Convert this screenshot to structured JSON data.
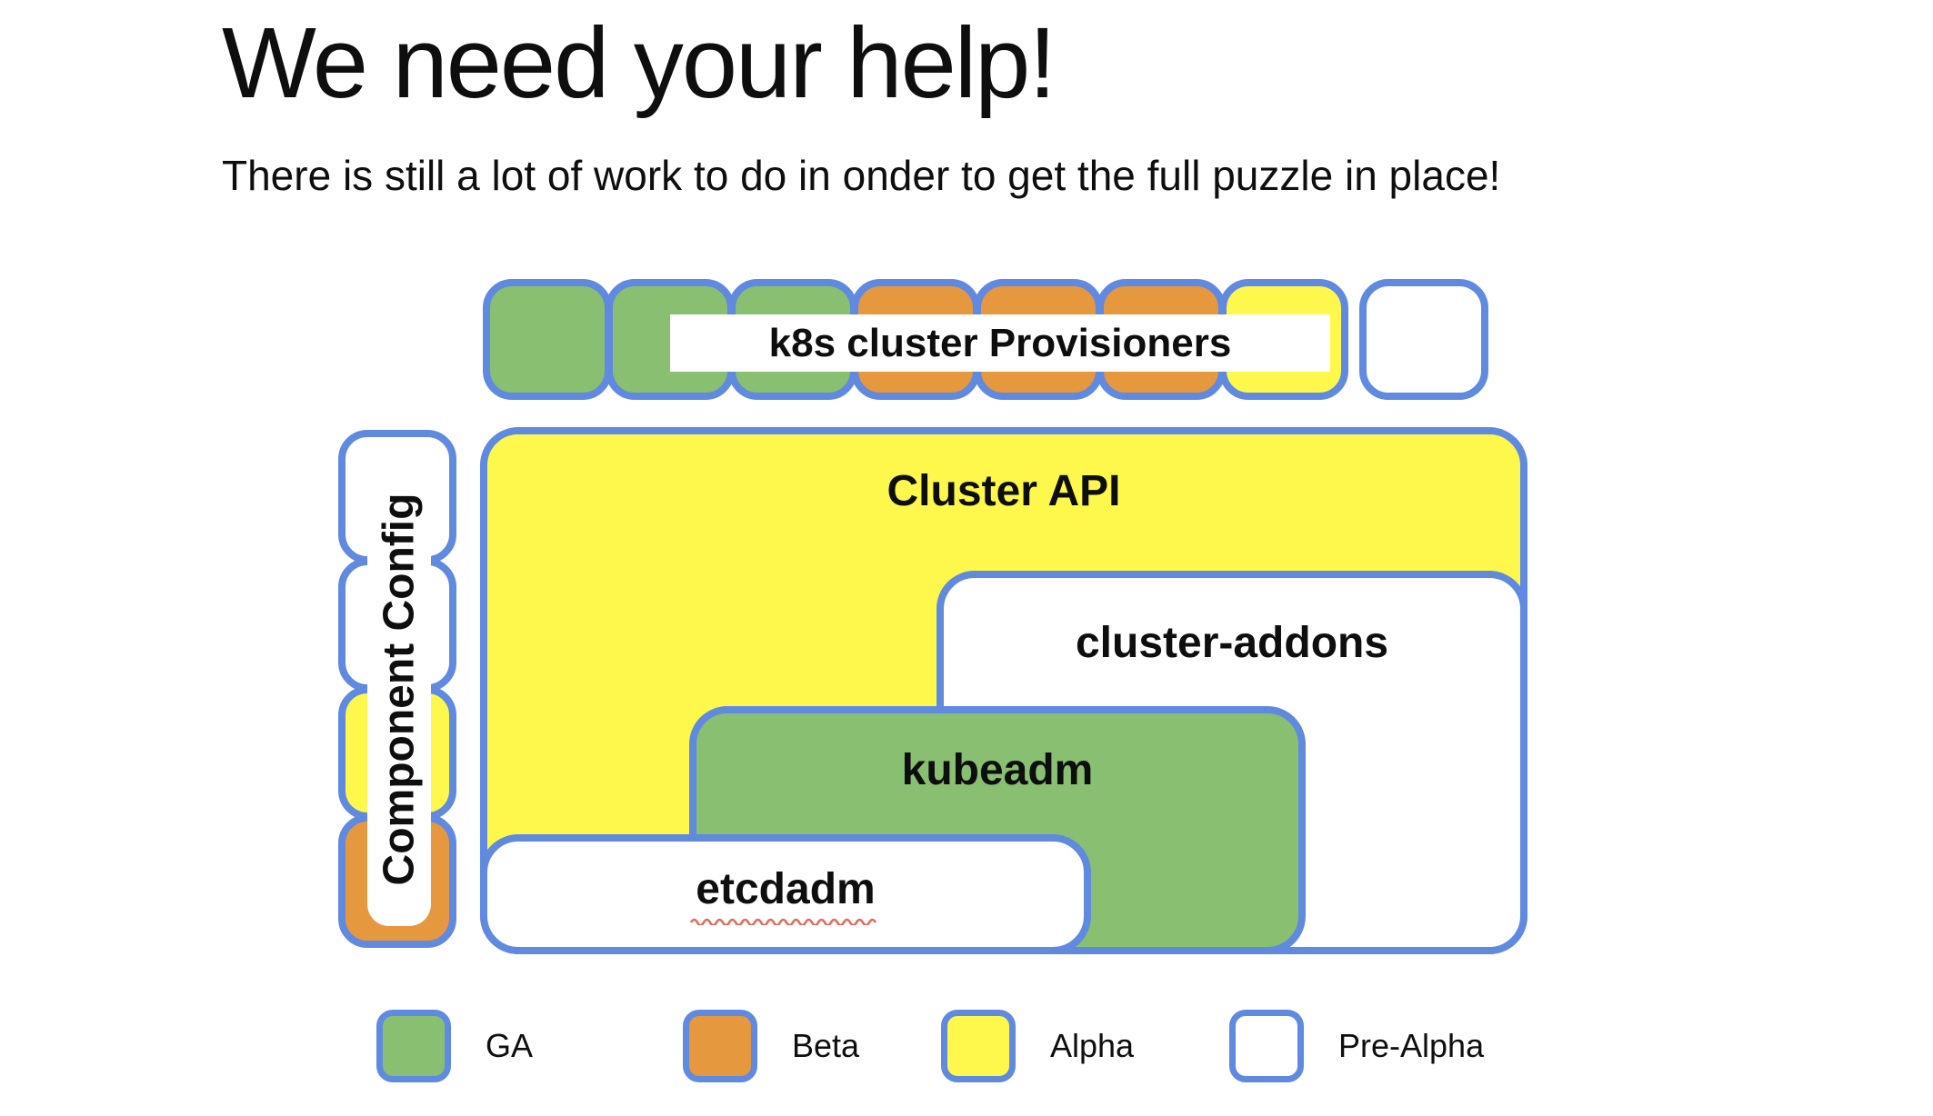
{
  "slide": {
    "title": "We need your help!",
    "subtitle": "There is still a lot of work to do in onder to get the full puzzle in place!"
  },
  "provisioners": {
    "label": "k8s cluster Provisioners",
    "squares": [
      "GA",
      "GA",
      "GA",
      "Beta",
      "Beta",
      "Beta",
      "Alpha",
      "Pre-Alpha"
    ]
  },
  "component_config": {
    "label": "Component Config",
    "squares": [
      "Pre-Alpha",
      "Pre-Alpha",
      "Alpha",
      "Beta"
    ]
  },
  "boxes": {
    "cluster_api": {
      "label": "Cluster API",
      "status": "Alpha"
    },
    "cluster_addons": {
      "label": "cluster-addons",
      "status": "Pre-Alpha"
    },
    "kubeadm": {
      "label": "kubeadm",
      "status": "GA"
    },
    "etcdadm": {
      "label": "etcdadm",
      "status": "Pre-Alpha",
      "spellcheck_underline": true
    }
  },
  "status_colors": {
    "GA": "#88bf71",
    "Beta": "#e6983e",
    "Alpha": "#fdf84b",
    "Pre-Alpha": "#ffffff"
  },
  "legend": [
    {
      "label": "GA"
    },
    {
      "label": "Beta"
    },
    {
      "label": "Alpha"
    },
    {
      "label": "Pre-Alpha"
    }
  ],
  "colors": {
    "border_blue": "#6089e0",
    "squiggle_red": "#e06c60",
    "text_black": "#0e0e0e"
  }
}
